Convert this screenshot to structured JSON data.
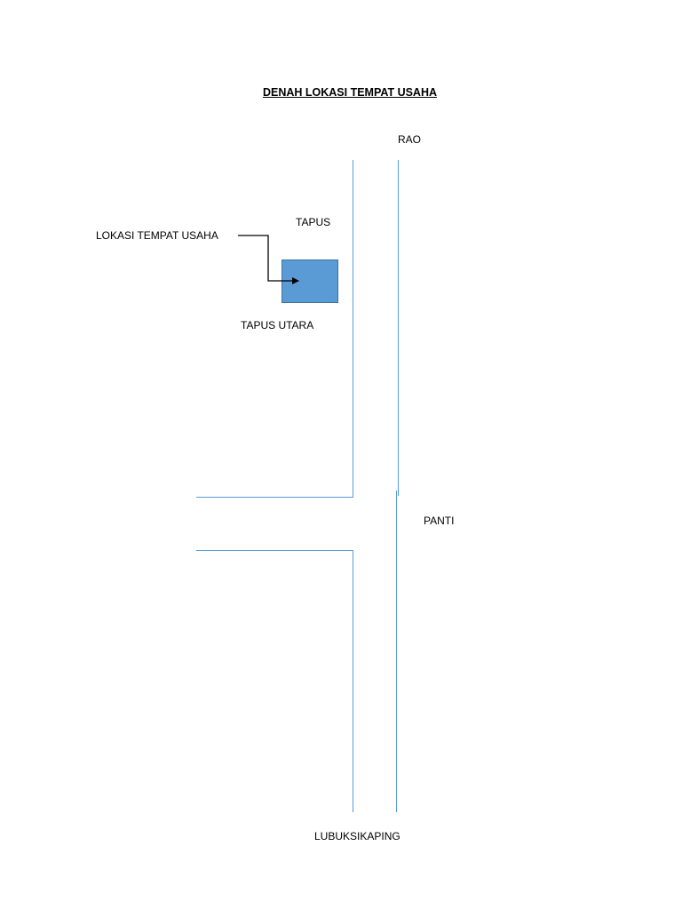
{
  "title": "DENAH LOKASI TEMPAT USAHA",
  "places": {
    "north": "RAO",
    "tapus": "TAPUS",
    "business_location": "LOKASI TEMPAT USAHA",
    "tapus_utara": "TAPUS UTARA",
    "panti": "PANTI",
    "south": "LUBUKSIKAPING"
  },
  "colors": {
    "road": "#5b9bd5",
    "building": "#5b9bd5",
    "building_border": "#41719c",
    "arrow": "#000000"
  }
}
